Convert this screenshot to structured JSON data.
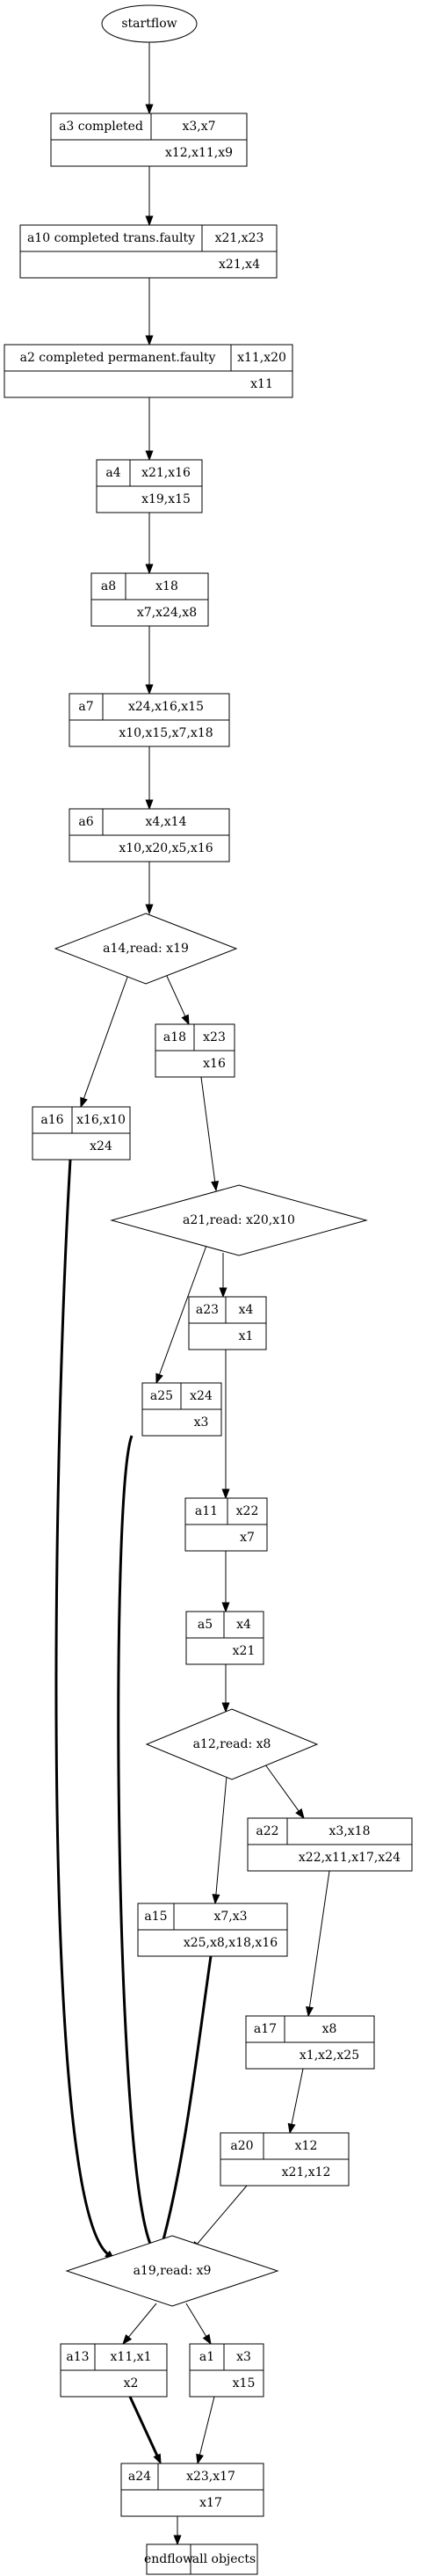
{
  "nodes": [
    {
      "id": "startflow",
      "kind": "ellipse",
      "label": "startflow"
    },
    {
      "id": "a3",
      "kind": "record",
      "name": "a3 completed",
      "top": "x3,x7",
      "bottom": "x12,x11,x9"
    },
    {
      "id": "a10",
      "kind": "record",
      "name": "a10 completed trans.faulty",
      "top": "x21,x23",
      "bottom": "x21,x4"
    },
    {
      "id": "a2",
      "kind": "record",
      "name": "a2 completed permanent.faulty",
      "top": "x11,x20",
      "bottom": "x11"
    },
    {
      "id": "a4",
      "kind": "record",
      "name": "a4",
      "top": "x21,x16",
      "bottom": "x19,x15"
    },
    {
      "id": "a8",
      "kind": "record",
      "name": "a8",
      "top": "x18",
      "bottom": "x7,x24,x8"
    },
    {
      "id": "a7",
      "kind": "record",
      "name": "a7",
      "top": "x24,x16,x15",
      "bottom": "x10,x15,x7,x18"
    },
    {
      "id": "a6",
      "kind": "record",
      "name": "a6",
      "top": "x4,x14",
      "bottom": "x10,x20,x5,x16"
    },
    {
      "id": "a14",
      "kind": "diamond",
      "label": "a14,read: x19"
    },
    {
      "id": "a18",
      "kind": "record",
      "name": "a18",
      "top": "x23",
      "bottom": "x16"
    },
    {
      "id": "a16",
      "kind": "record",
      "name": "a16",
      "top": "x16,x10",
      "bottom": "x24"
    },
    {
      "id": "a21",
      "kind": "diamond",
      "label": "a21,read: x20,x10"
    },
    {
      "id": "a23",
      "kind": "record",
      "name": "a23",
      "top": "x4",
      "bottom": "x1"
    },
    {
      "id": "a25",
      "kind": "record",
      "name": "a25",
      "top": "x24",
      "bottom": "x3"
    },
    {
      "id": "a11",
      "kind": "record",
      "name": "a11",
      "top": "x22",
      "bottom": "x7"
    },
    {
      "id": "a5",
      "kind": "record",
      "name": "a5",
      "top": "x4",
      "bottom": "x21"
    },
    {
      "id": "a12",
      "kind": "diamond",
      "label": "a12,read: x8"
    },
    {
      "id": "a22",
      "kind": "record",
      "name": "a22",
      "top": "x3,x18",
      "bottom": "x22,x11,x17,x24"
    },
    {
      "id": "a15",
      "kind": "record",
      "name": "a15",
      "top": "x7,x3",
      "bottom": "x25,x8,x18,x16"
    },
    {
      "id": "a17",
      "kind": "record",
      "name": "a17",
      "top": "x8",
      "bottom": "x1,x2,x25"
    },
    {
      "id": "a20",
      "kind": "record",
      "name": "a20",
      "top": "x12",
      "bottom": "x21,x12"
    },
    {
      "id": "a19",
      "kind": "diamond",
      "label": "a19,read: x9"
    },
    {
      "id": "a13",
      "kind": "record",
      "name": "a13",
      "top": "x11,x1",
      "bottom": "x2"
    },
    {
      "id": "a1",
      "kind": "record",
      "name": "a1",
      "top": "x3",
      "bottom": "x15"
    },
    {
      "id": "a24",
      "kind": "record",
      "name": "a24",
      "top": "x23,x17",
      "bottom": "x17"
    },
    {
      "id": "endflow",
      "kind": "flat",
      "name": "endflow",
      "top": "all objects"
    }
  ],
  "edges": [
    {
      "from": "startflow",
      "to": "a3",
      "style": "normal"
    },
    {
      "from": "a3",
      "to": "a10",
      "style": "normal"
    },
    {
      "from": "a10",
      "to": "a2",
      "style": "normal"
    },
    {
      "from": "a2",
      "to": "a4",
      "style": "normal"
    },
    {
      "from": "a4",
      "to": "a8",
      "style": "normal"
    },
    {
      "from": "a8",
      "to": "a7",
      "style": "normal"
    },
    {
      "from": "a7",
      "to": "a6",
      "style": "normal"
    },
    {
      "from": "a6",
      "to": "a14",
      "style": "normal"
    },
    {
      "from": "a14",
      "to": "a18",
      "style": "normal"
    },
    {
      "from": "a14",
      "to": "a16",
      "style": "normal"
    },
    {
      "from": "a18",
      "to": "a21",
      "style": "normal"
    },
    {
      "from": "a21",
      "to": "a23",
      "style": "normal"
    },
    {
      "from": "a21",
      "to": "a25",
      "style": "normal"
    },
    {
      "from": "a23",
      "to": "a11",
      "style": "normal"
    },
    {
      "from": "a11",
      "to": "a5",
      "style": "normal"
    },
    {
      "from": "a5",
      "to": "a12",
      "style": "normal"
    },
    {
      "from": "a12",
      "to": "a22",
      "style": "normal"
    },
    {
      "from": "a12",
      "to": "a15",
      "style": "normal"
    },
    {
      "from": "a22",
      "to": "a17",
      "style": "normal"
    },
    {
      "from": "a17",
      "to": "a20",
      "style": "normal"
    },
    {
      "from": "a20",
      "to": "a19",
      "style": "normal"
    },
    {
      "from": "a16",
      "to": "a19",
      "style": "bold"
    },
    {
      "from": "a25",
      "to": "a19",
      "style": "bold"
    },
    {
      "from": "a15",
      "to": "a19",
      "style": "bold"
    },
    {
      "from": "a19",
      "to": "a13",
      "style": "normal"
    },
    {
      "from": "a19",
      "to": "a1",
      "style": "normal"
    },
    {
      "from": "a13",
      "to": "a24",
      "style": "bold"
    },
    {
      "from": "a1",
      "to": "a24",
      "style": "normal"
    },
    {
      "from": "a24",
      "to": "endflow",
      "style": "normal"
    }
  ]
}
